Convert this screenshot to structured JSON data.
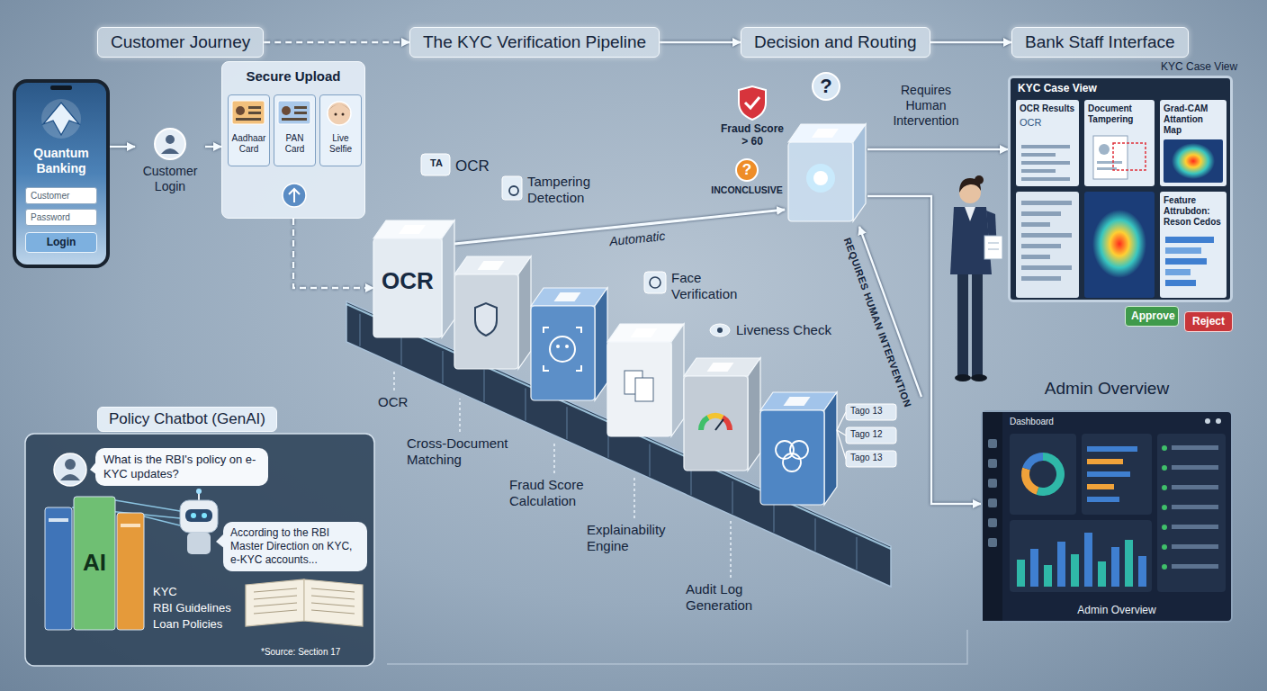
{
  "diagram": {
    "nodes": [
      {
        "text": [
          "Customer Journey"
        ]
      },
      {
        "text": [
          "The KYC Verification Pipeline"
        ]
      },
      {
        "text": [
          "Decision and Routing"
        ]
      },
      {
        "text": [
          "Bank Staff Interface"
        ]
      },
      {
        "text": [
          "Quantum Banking"
        ]
      },
      {
        "text": [
          "Customer"
        ],
        "in": 4
      },
      {
        "text": [
          "Password"
        ],
        "in": 4
      },
      {
        "text": [
          "Login"
        ],
        "in": 4
      },
      {
        "text": [
          "Customer Login"
        ]
      },
      {
        "text": [
          "Secure Upload"
        ]
      },
      {
        "text": [
          "Aadhaar Card"
        ],
        "in": 9
      },
      {
        "text": [
          "PAN Card"
        ],
        "in": 9
      },
      {
        "text": [
          "Live Selfie"
        ],
        "in": 9
      },
      {
        "text": [
          "OCR"
        ]
      },
      {
        "text": [
          "Fraud Score > 60"
        ]
      },
      {
        "text": [
          "?",
          "INCONCLUSIVE"
        ]
      },
      {
        "text": [
          "?"
        ]
      },
      {
        "text": [
          "KYC Case View"
        ]
      },
      {
        "text": [
          "OCR Results",
          "OCR"
        ],
        "in": 17
      },
      {
        "text": [
          "Document Tampering"
        ],
        "in": 17
      },
      {
        "text": [
          "Grad-CAM Attantion Map"
        ],
        "in": 17
      },
      {
        "text": [
          "Feature Attrubdon: Reson Cedos"
        ],
        "in": 17
      },
      {
        "text": [
          "Approve"
        ]
      },
      {
        "text": [
          "Reject"
        ]
      },
      {
        "text": [
          "Admin Overview"
        ]
      },
      {
        "text": [
          "Dashboard",
          "Admin Overview"
        ],
        "in": 24
      },
      {
        "text": [
          "Policy Chatbot (GenAI)"
        ]
      },
      {
        "text": [
          "What is the RBI's policy on e-KYC updates?"
        ],
        "in": 26
      },
      {
        "text": [
          "According to the RBI Master Direction on KYC, e-KYC accounts..."
        ],
        "in": 26
      }
    ],
    "edges": [
      {
        "from": 0,
        "to": 1,
        "arrow": "to"
      },
      {
        "from": 1,
        "to": 2,
        "arrow": "to"
      },
      {
        "from": 2,
        "to": 3,
        "arrow": "to"
      },
      {
        "from": 4,
        "to": 8,
        "arrow": "to"
      },
      {
        "from": 8,
        "to": 9,
        "arrow": "to"
      },
      {
        "from": 9,
        "to": 13,
        "arrow": "to"
      },
      {
        "from": 13,
        "to": 16,
        "label": "Automatic",
        "arrow": "to"
      },
      {
        "from": 16,
        "to": 17,
        "arrow": "to"
      },
      {
        "from": 16,
        "to": 24,
        "arrow": "to"
      }
    ],
    "labels": [
      "TA",
      "OCR",
      "Tampering Detection",
      "Face Verification",
      "Liveness Check",
      "OCR",
      "Cross-Document Matching",
      "Fraud Score Calculation",
      "Explainability Engine",
      "Audit Log Generation",
      "Tago 13",
      "Tago 12",
      "Tago 13",
      "Requires Human Intervention",
      "REQUIRES HUMAN INTERVENTION",
      "KYC Case View",
      "AI",
      "KYC",
      "RBI Guidelines",
      "Loan Policies",
      "*Source: Section 17"
    ]
  }
}
